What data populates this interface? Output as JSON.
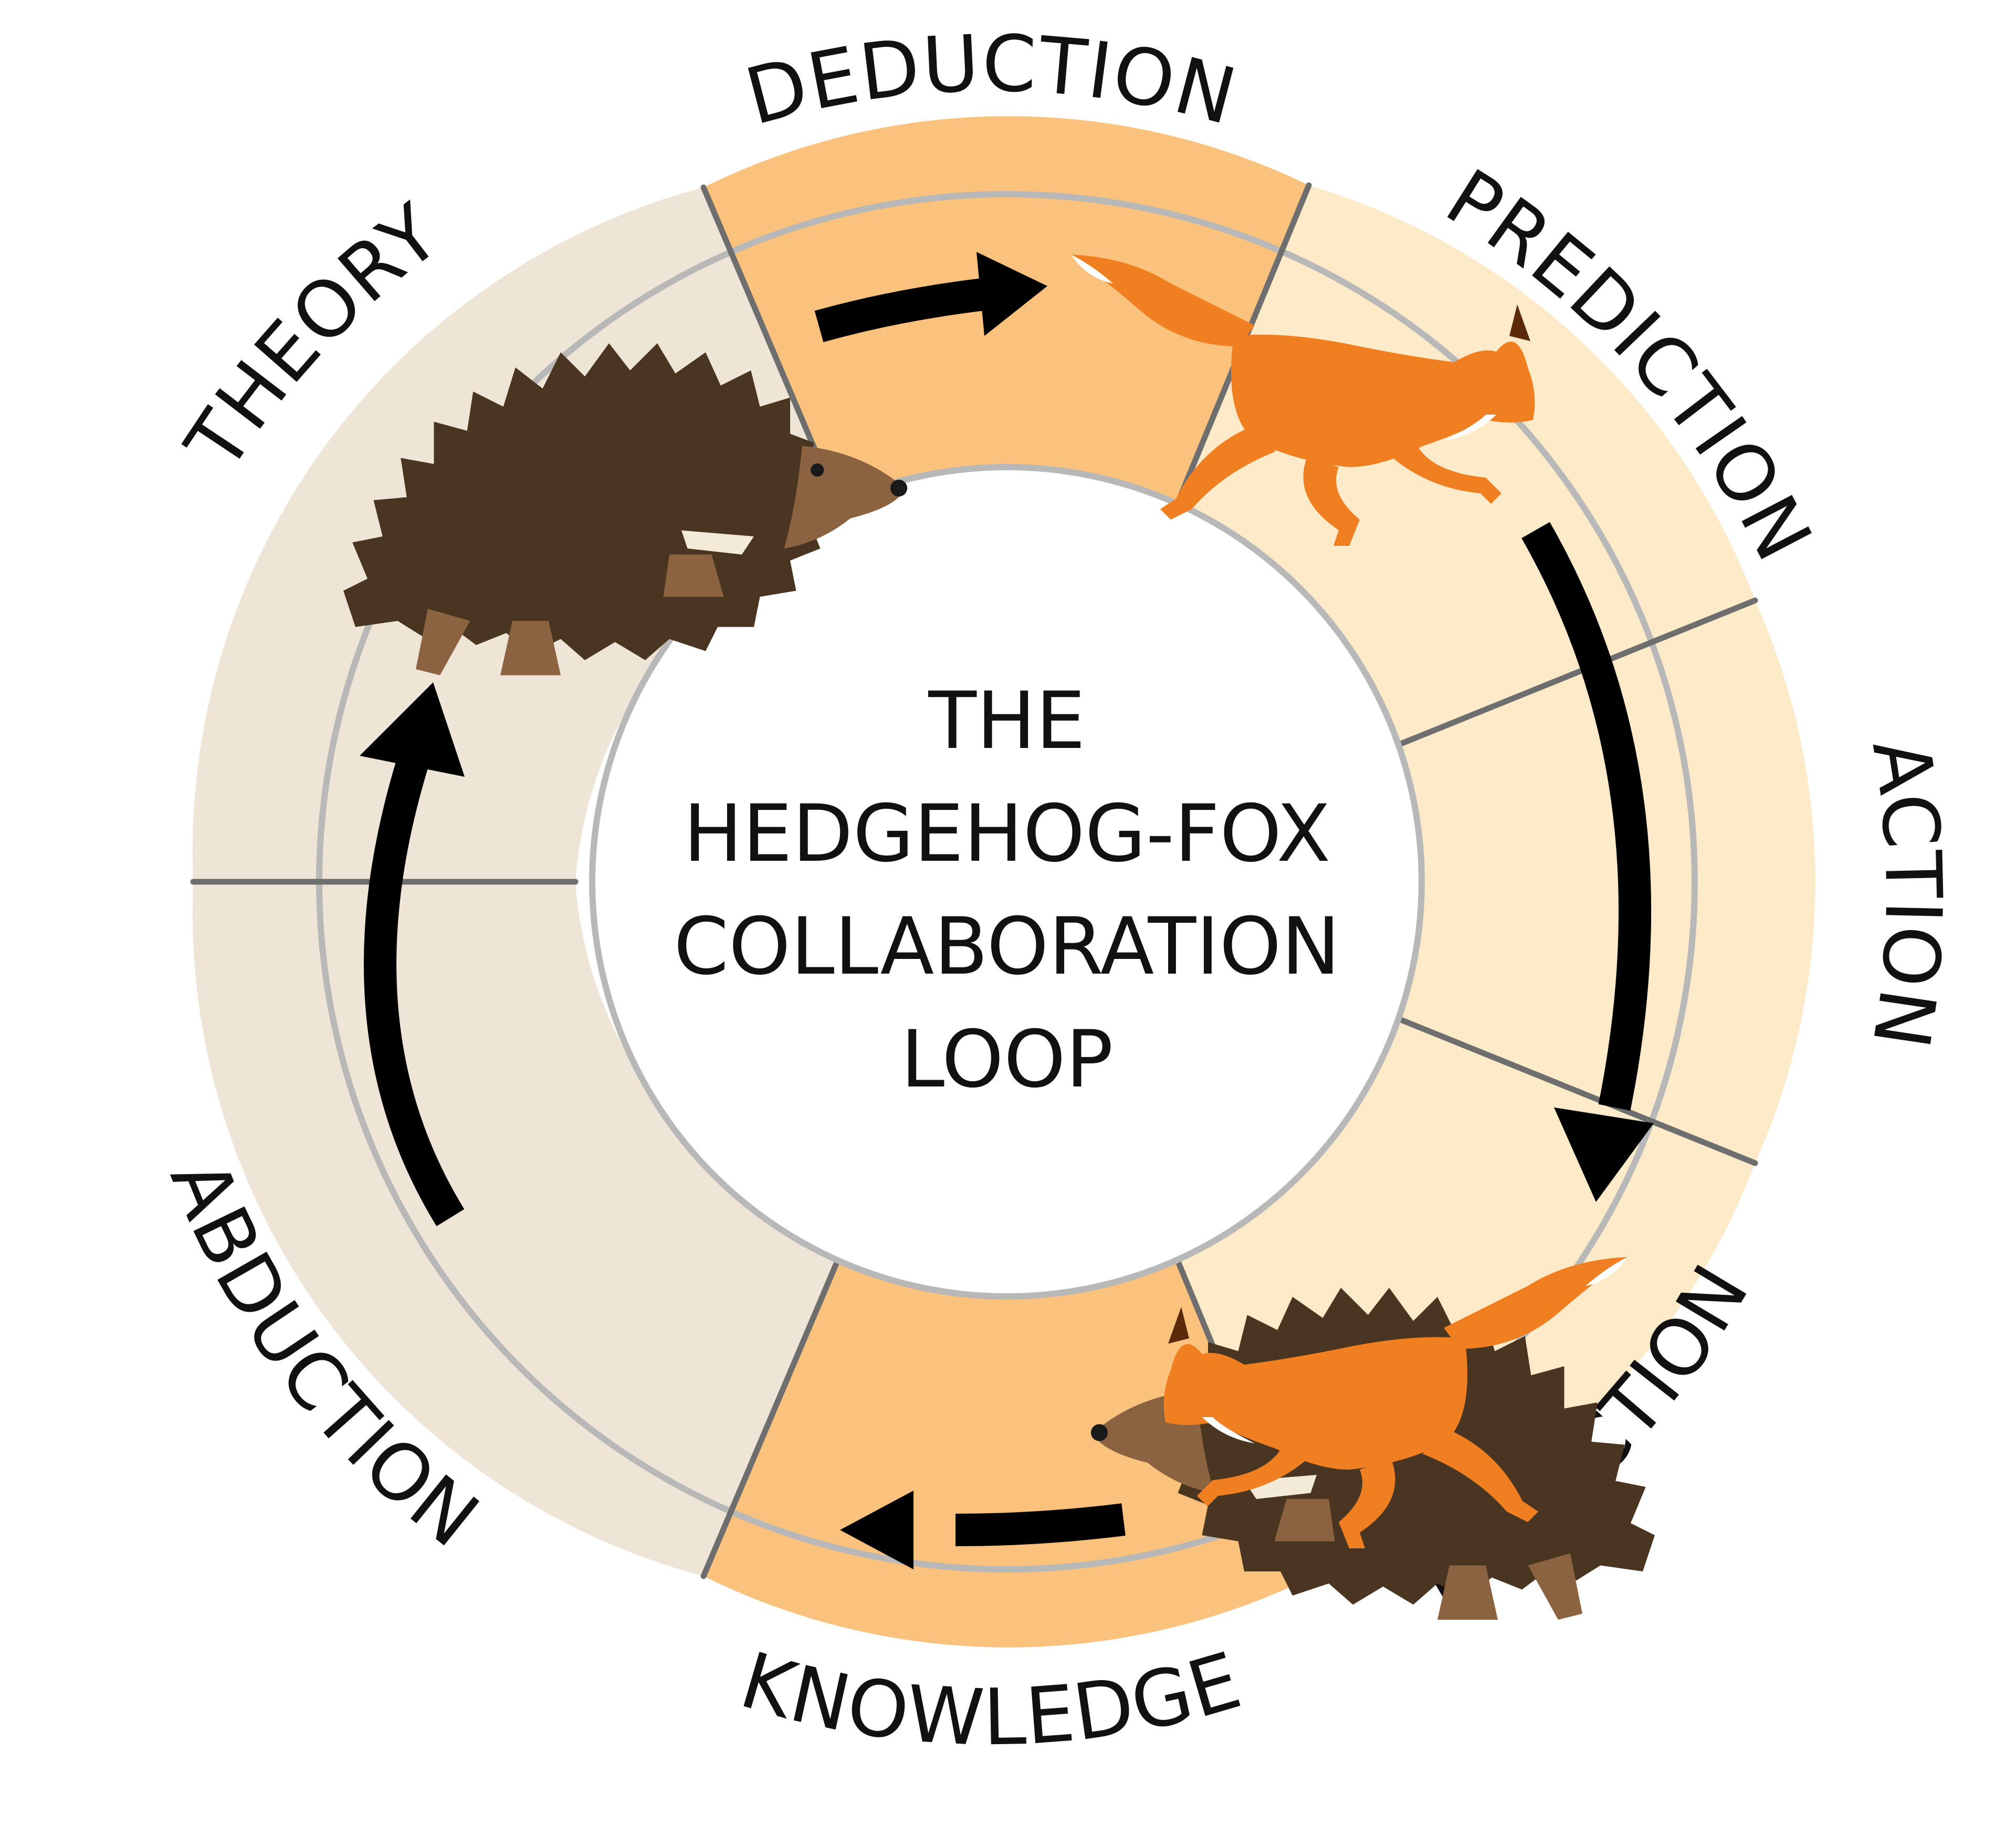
{
  "center_title": [
    "THE",
    "HEDGEHOG-FOX",
    "COLLABORATION",
    "LOOP"
  ],
  "stages": [
    {
      "id": "deduction",
      "label": "DEDUCTION"
    },
    {
      "id": "prediction",
      "label": "PREDICTION"
    },
    {
      "id": "action",
      "label": "ACTION"
    },
    {
      "id": "induction",
      "label": "INDUCTION"
    },
    {
      "id": "knowledge",
      "label": "KNOWLEDGE"
    },
    {
      "id": "abduction",
      "label": "ABDUCTION"
    },
    {
      "id": "theory",
      "label": "THEORY"
    }
  ],
  "colors": {
    "hedgehog_zone": "#efe5d7",
    "fox_zone": "#fdeac8",
    "transfer_zone": "#fbc27e",
    "ring_border": "#b8b8b8",
    "divider": "#6e6e6e",
    "arrow": "#000000",
    "fox_orange": "#f07f22",
    "hedgehog_spines": "#4a3520",
    "hedgehog_body": "#8b6340"
  },
  "icons": [
    "hedgehog-icon",
    "fox-icon",
    "arrow-icon"
  ]
}
